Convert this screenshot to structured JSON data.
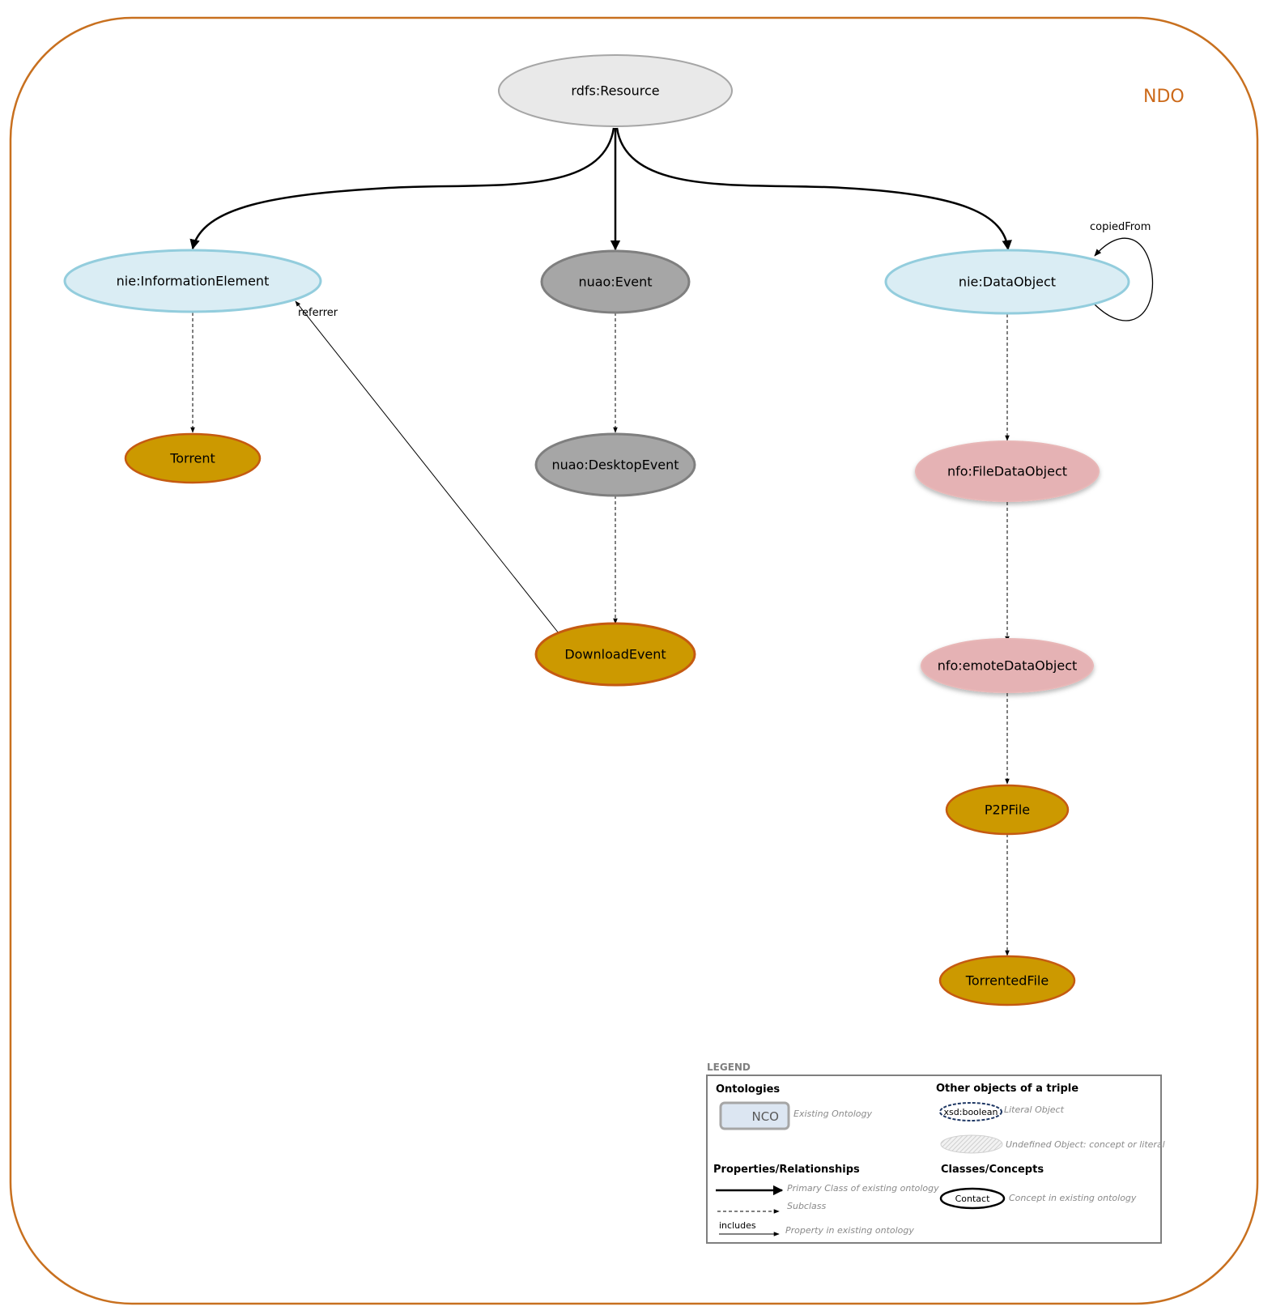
{
  "frame": {
    "label": "NDO",
    "border_color": "#c8701f"
  },
  "colors": {
    "resource_fill": "#e9e9e9",
    "resource_stroke": "#a6a6a6",
    "nie_fill": "#daedf4",
    "nie_stroke": "#93cddd",
    "nuao_fill": "#a6a6a6",
    "nuao_stroke": "#7f7f7f",
    "nfo_fill": "#e5b2b4",
    "nfo_stroke": "#e8b7b7",
    "concept_fill": "#cc9900",
    "concept_stroke": "#c55a11"
  },
  "nodes": {
    "resource": "rdfs:Resource",
    "information_element": "nie:InformationElement",
    "event": "nuao:Event",
    "data_object": "nie:DataObject",
    "torrent": "Torrent",
    "desktop_event": "nuao:DesktopEvent",
    "file_data_object": "nfo:FileDataObject",
    "download_event": "DownloadEvent",
    "remote_data_object": "nfo:emoteDataObject",
    "p2p_file": "P2PFile",
    "torrented_file": "TorrentedFile"
  },
  "edge_labels": {
    "referrer": "referrer",
    "copied_from": "copiedFrom"
  },
  "legend": {
    "title": "LEGEND",
    "ontologies_heading": "Ontologies",
    "ontology_sample": "NCO",
    "ontology_note": "Existing Ontology",
    "other_heading": "Other objects of a triple",
    "literal_sample": "xsd:boolean",
    "literal_note": "Literal Object",
    "undefined_note": "Undefined Object: concept or literal",
    "properties_heading": "Properties/Relationships",
    "primary_note": "Primary Class of existing ontology",
    "subclass_note": "Subclass",
    "includes_sample": "includes",
    "property_note": "Property in existing ontology",
    "classes_heading": "Classes/Concepts",
    "concept_sample": "Contact",
    "concept_note": "Concept in existing ontology"
  }
}
